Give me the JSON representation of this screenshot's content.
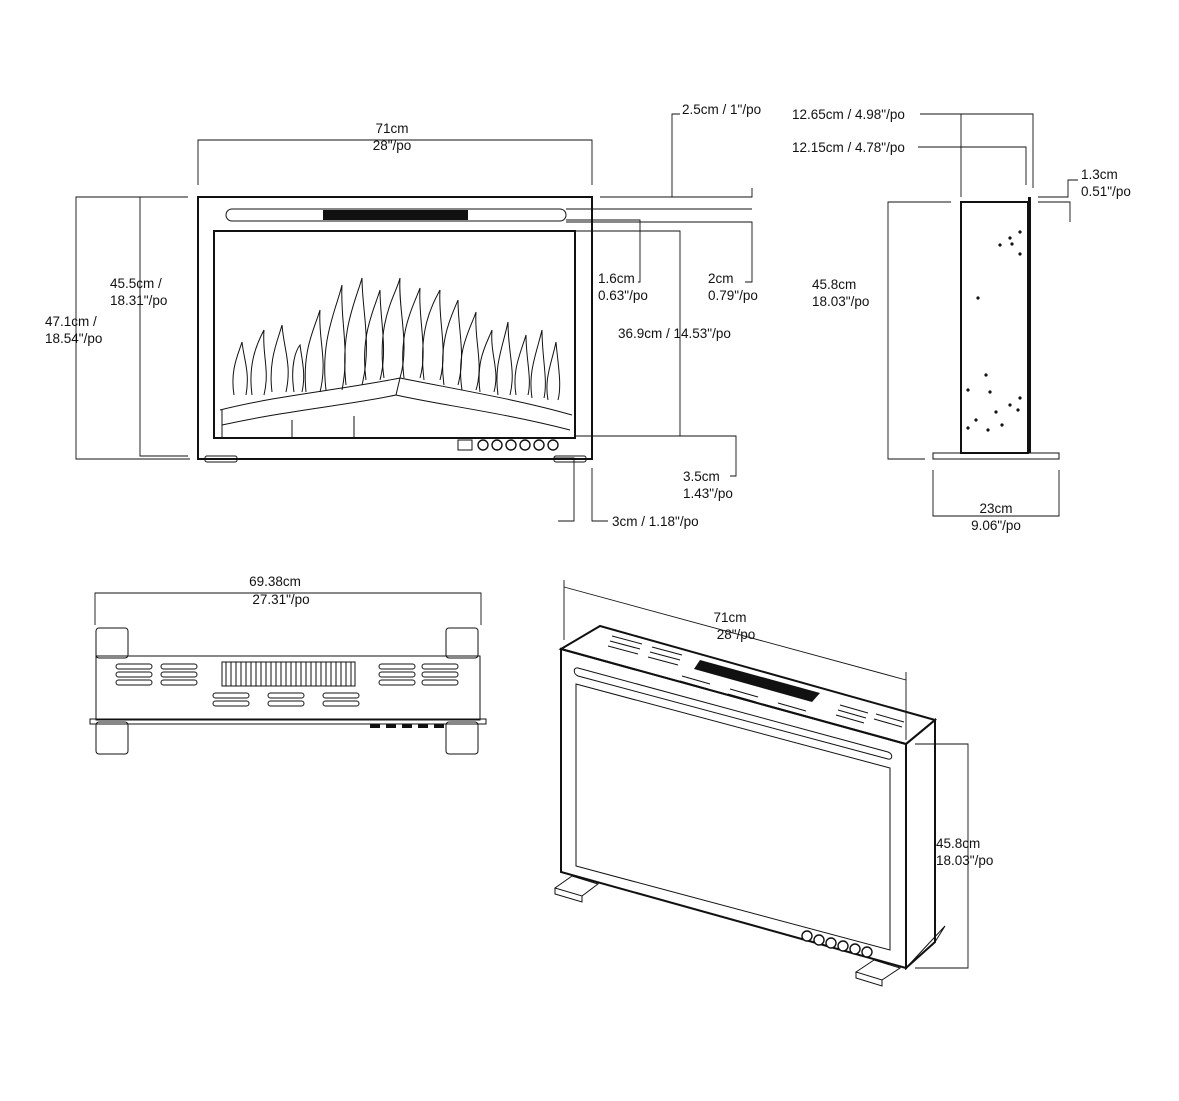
{
  "front_view": {
    "width": [
      "71cm",
      "28\"/po"
    ],
    "height_total": [
      "47.1cm /",
      "18.54\"/po"
    ],
    "height_body": [
      "45.5cm /",
      "18.31\"/po"
    ],
    "top_offset": "2.5cm / 1\"/po",
    "strip_offset": [
      "1.6cm",
      "0.63\"/po"
    ],
    "glass_offset": [
      "2cm",
      "0.79\"/po"
    ],
    "glass_height": "36.9cm / 14.53\"/po",
    "foot_height": [
      "3.5cm",
      "1.43\"/po"
    ],
    "foot_inset": "3cm / 1.18\"/po"
  },
  "side_view": {
    "depth_outer": "12.65cm / 4.98\"/po",
    "depth_inner": "12.15cm / 4.78\"/po",
    "trim": [
      "1.3cm",
      "0.51\"/po"
    ],
    "height": [
      "45.8cm",
      "18.03\"/po"
    ],
    "base_depth": [
      "23cm",
      "9.06\"/po"
    ]
  },
  "top_view": {
    "width": [
      "69.38cm",
      "27.31\"/po"
    ]
  },
  "iso_view": {
    "width": [
      "71cm",
      "28\"/po"
    ],
    "height": [
      "45.8cm",
      "18.03\"/po"
    ]
  }
}
